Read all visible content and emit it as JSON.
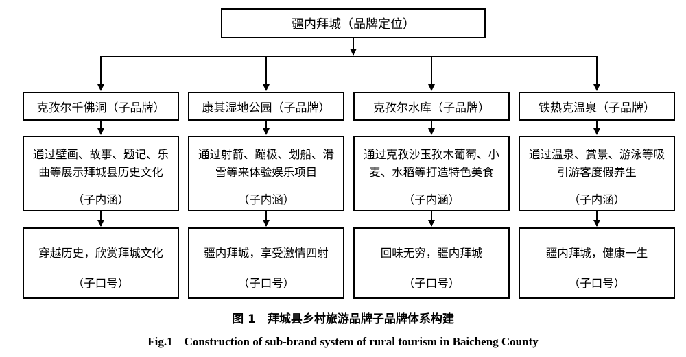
{
  "root": {
    "label": "疆内拜城（品牌定位）"
  },
  "columns": [
    {
      "title": "克孜尔千佛洞（子品牌）",
      "desc": "通过壁画、故事、题记、乐曲等展示拜城县历史文化",
      "desc_tag": "（子内涵）",
      "slogan": "穿越历史，欣赏拜城文化",
      "slogan_tag": "（子口号）"
    },
    {
      "title": "康其湿地公园（子品牌）",
      "desc": "通过射箭、蹦极、划船、滑雪等来体验娱乐项目",
      "desc_tag": "（子内涵）",
      "slogan": "疆内拜城，享受激情四射",
      "slogan_tag": "（子口号）"
    },
    {
      "title": "克孜尔水库（子品牌）",
      "desc": "通过克孜沙玉孜木葡萄、小麦、水稻等打造特色美食",
      "desc_tag": "（子内涵）",
      "slogan": "回味无穷，疆内拜城",
      "slogan_tag": "（子口号）"
    },
    {
      "title": "铁热克温泉（子品牌）",
      "desc": "通过温泉、赏景、游泳等吸引游客度假养生",
      "desc_tag": "（子内涵）",
      "slogan": "疆内拜城，健康一生",
      "slogan_tag": "（子口号）"
    }
  ],
  "caption": {
    "cn": "图 1　拜城县乡村旅游品牌子品牌体系构建",
    "en": "Fig.1　Construction of sub-brand system of rural tourism in Baicheng County"
  }
}
